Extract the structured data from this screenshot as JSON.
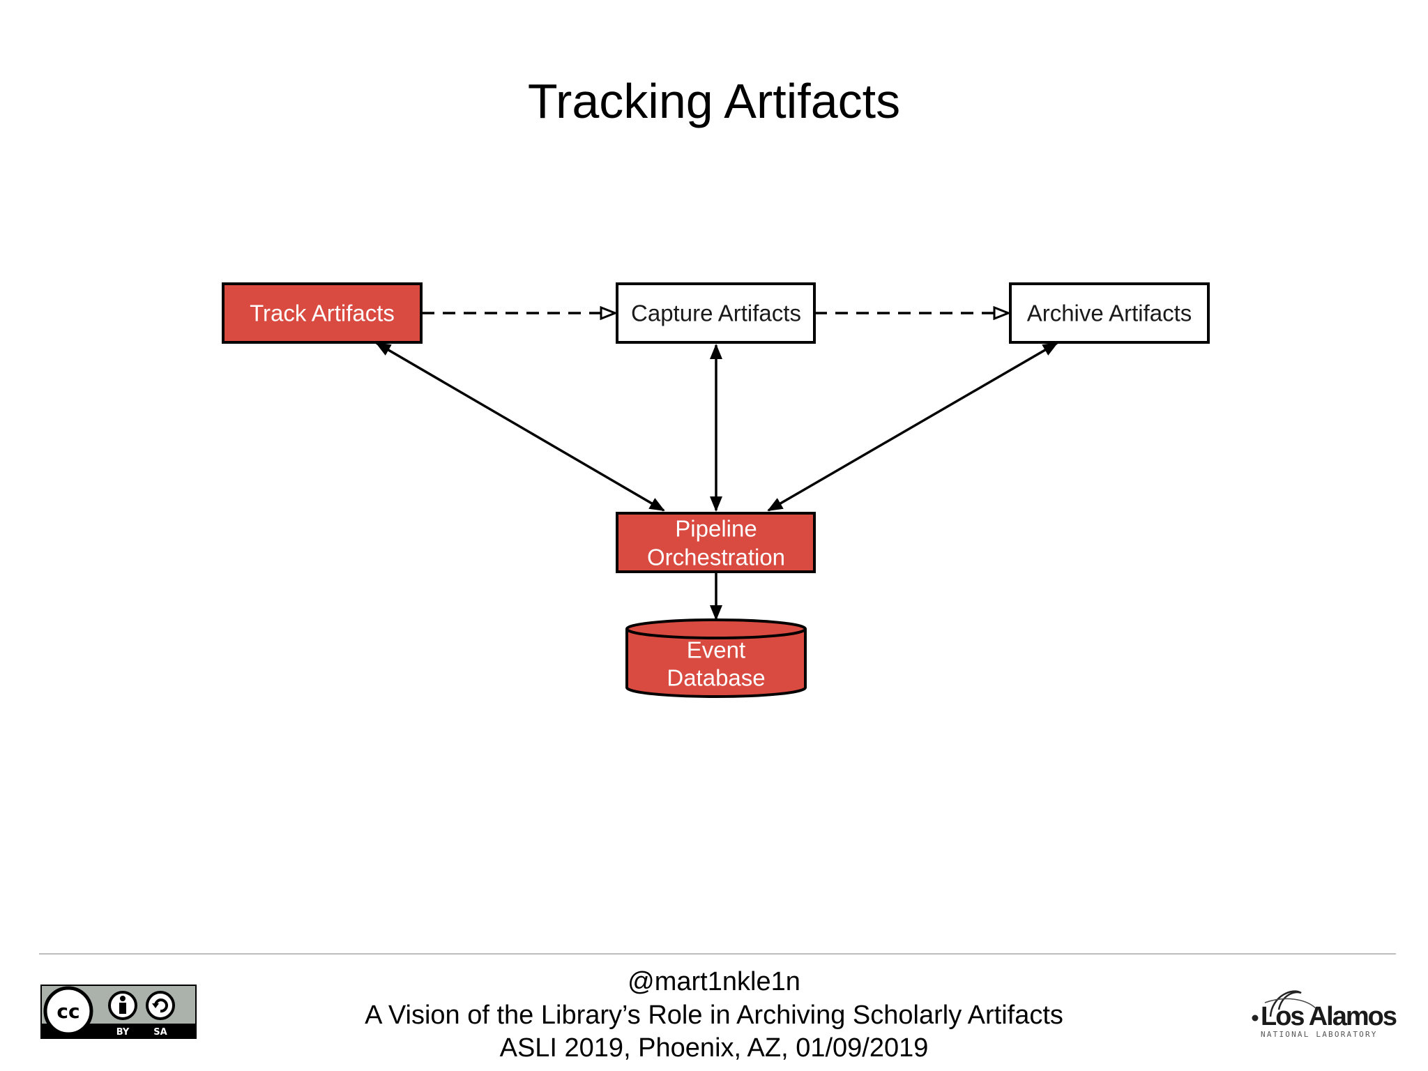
{
  "slide": {
    "title": "Tracking Artifacts"
  },
  "diagram": {
    "nodes": {
      "track": {
        "label": "Track Artifacts",
        "fill": "#d94a41"
      },
      "capture": {
        "label": "Capture Artifacts",
        "fill": "#ffffff"
      },
      "archive": {
        "label": "Archive Artifacts",
        "fill": "#ffffff"
      },
      "pipeline": {
        "label_line1": "Pipeline",
        "label_line2": "Orchestration",
        "fill": "#d94a41"
      },
      "event_db": {
        "label_line1": "Event",
        "label_line2": "Database",
        "fill": "#d94a41"
      }
    },
    "edges": [
      {
        "from": "Track Artifacts",
        "to": "Capture Artifacts",
        "style": "dashed"
      },
      {
        "from": "Capture Artifacts",
        "to": "Archive Artifacts",
        "style": "dashed"
      },
      {
        "from": "Track Artifacts",
        "to": "Pipeline Orchestration",
        "style": "bidirectional"
      },
      {
        "from": "Capture Artifacts",
        "to": "Pipeline Orchestration",
        "style": "bidirectional"
      },
      {
        "from": "Archive Artifacts",
        "to": "Pipeline Orchestration",
        "style": "bidirectional"
      },
      {
        "from": "Pipeline Orchestration",
        "to": "Event Database",
        "style": "solid"
      }
    ]
  },
  "footer": {
    "handle": "@mart1nkle1n",
    "talk_title": "A Vision of the Library’s Role in Archiving Scholarly Artifacts",
    "event": "ASLI 2019, Phoenix, AZ, 01/09/2019",
    "license": {
      "label_by": "BY",
      "label_sa": "SA",
      "icon": "cc-by-sa-icon",
      "text": "cc"
    },
    "logo": {
      "name": "Los Alamos",
      "subtitle": "NATIONAL LABORATORY",
      "icon": "lanl-logo"
    }
  },
  "colors": {
    "accent_red": "#d94a41",
    "border": "#000000"
  }
}
